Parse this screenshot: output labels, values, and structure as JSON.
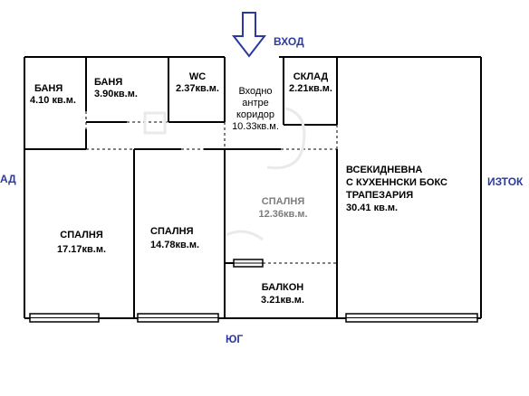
{
  "compass": {
    "entrance": "ВХОД",
    "west": "АД",
    "east": "ИЗТОК",
    "south": "ЮГ"
  },
  "rooms": {
    "bath1": {
      "name": "БАНЯ",
      "area": "4.10 кв.м."
    },
    "bath2": {
      "name": "БАНЯ",
      "area": "3.90кв.м."
    },
    "wc": {
      "name": "WC",
      "area": "2.37кв.м."
    },
    "hall": {
      "line1": "Входно",
      "line2": "антре",
      "line3": "коридор",
      "area": "10.33кв.м."
    },
    "storage": {
      "name": "СКЛАД",
      "area": "2.21кв.м."
    },
    "living": {
      "line1": "ВСЕКИДНЕВНА",
      "line2": "С КУХЕННСКИ БОКС",
      "line3": "ТРАПЕЗАРИЯ",
      "area": "30.41 кв.м."
    },
    "bedroom1": {
      "name": "СПАЛНЯ",
      "area": "17.17кв.м."
    },
    "bedroom2": {
      "name": "СПАЛНЯ",
      "area": "14.78кв.м."
    },
    "bedroom3": {
      "name": "СПАЛНЯ",
      "area": "12.36кв.м."
    },
    "balcony": {
      "name": "БАЛКОН",
      "area": "3.21кв.м."
    }
  },
  "colors": {
    "wall": "#000000",
    "compass": "#2b3aa0",
    "label": "#000000",
    "faded_label": "#7d7d7d"
  }
}
